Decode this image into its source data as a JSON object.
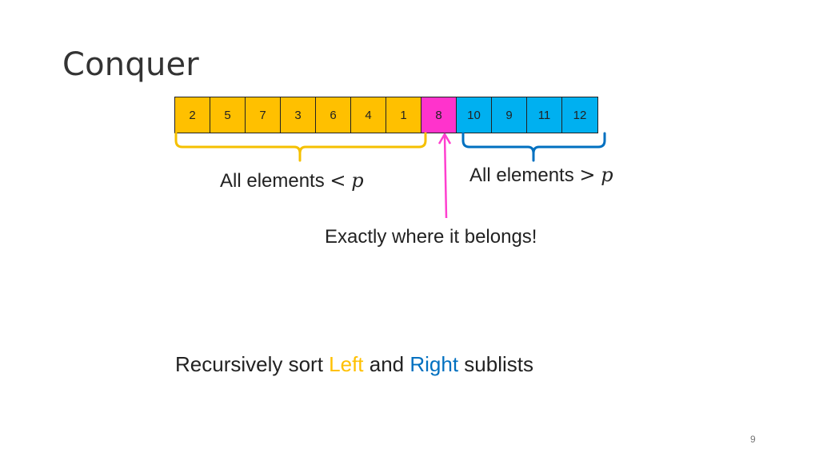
{
  "slide": {
    "title": "Conquer",
    "page_number": "9"
  },
  "array": {
    "cells": [
      {
        "value": "2",
        "group": "left"
      },
      {
        "value": "5",
        "group": "left"
      },
      {
        "value": "7",
        "group": "left"
      },
      {
        "value": "3",
        "group": "left"
      },
      {
        "value": "6",
        "group": "left"
      },
      {
        "value": "4",
        "group": "left"
      },
      {
        "value": "1",
        "group": "left"
      },
      {
        "value": "8",
        "group": "pivot"
      },
      {
        "value": "10",
        "group": "right"
      },
      {
        "value": "9",
        "group": "right"
      },
      {
        "value": "11",
        "group": "right"
      },
      {
        "value": "12",
        "group": "right"
      }
    ]
  },
  "labels": {
    "left_text": "All elements",
    "left_op": "<",
    "left_var": "p",
    "right_text": "All elements",
    "right_op": ">",
    "right_var": "p",
    "pivot_note": "Exactly where it belongs!"
  },
  "footer_text": {
    "part1": "Recursively sort ",
    "left_word": "Left",
    "part2": " and ",
    "right_word": "Right",
    "part3": " sublists"
  },
  "colors": {
    "left": "#ffc000",
    "pivot": "#ff33cc",
    "right": "#00b0f0",
    "left_text": "#ffc000",
    "right_text": "#0070c0",
    "left_brace": "#f5c000",
    "right_brace": "#0070c0",
    "arrow": "#ff3fcf"
  }
}
